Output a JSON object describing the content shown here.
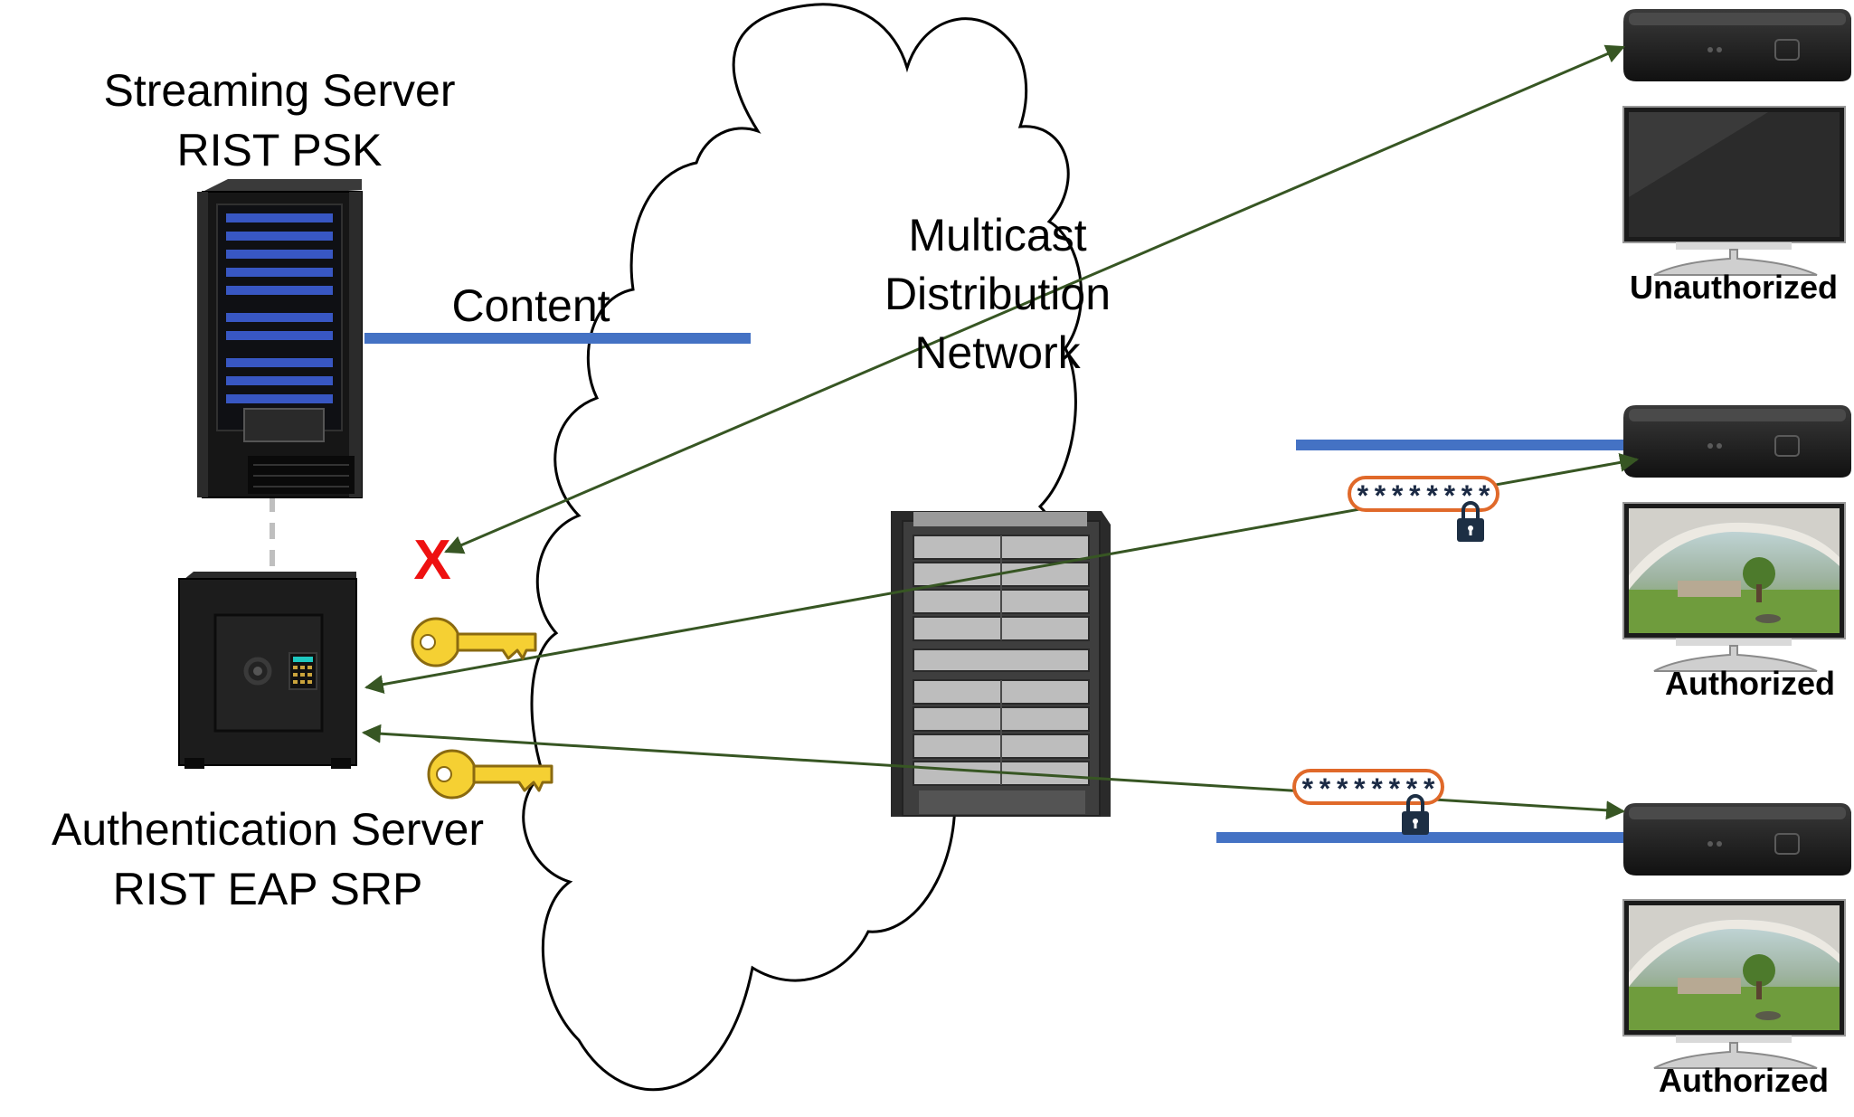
{
  "streaming_server": {
    "line1": "Streaming Server",
    "line2": "RIST PSK",
    "icon": "server-rack-icon"
  },
  "auth_server": {
    "line1": "Authentication Server",
    "line2": "RIST EAP SRP",
    "icon": "safe-icon"
  },
  "cloud": {
    "line1": "Multicast",
    "line2": "Distribution",
    "line3": "Network",
    "icon": "network-switch-icon"
  },
  "content_link_label": "Content",
  "denied_marker": "X",
  "receivers": [
    {
      "status": "Unauthorized",
      "screen": "blank"
    },
    {
      "status": "Authorized",
      "screen": "video"
    },
    {
      "status": "Authorized",
      "screen": "video"
    }
  ],
  "credentials": [
    {
      "masked_password": "********",
      "icon": "lock-icon"
    },
    {
      "masked_password": "********",
      "icon": "lock-icon"
    }
  ],
  "colors": {
    "content_line": "#4472c4",
    "arrow": "#375623",
    "password_border": "#e0692a",
    "denied": "#ee1111",
    "key": "#f5d033"
  }
}
